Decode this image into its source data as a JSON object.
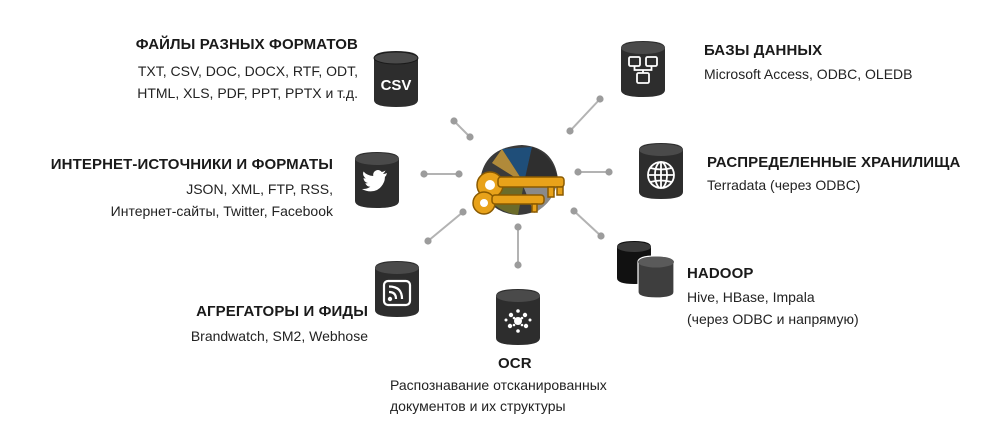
{
  "center": {
    "icon": "keys-icon"
  },
  "nodes": [
    {
      "key": "files",
      "icon": "csv-database-icon",
      "icon_text": "CSV",
      "title": "ФАЙЛЫ РАЗНЫХ ФОРМАТОВ",
      "lines": [
        "TXT, CSV, DOC, DOCX, RTF, ODT,",
        "HTML, XLS, PDF, PPT, PPTX и т.д."
      ]
    },
    {
      "key": "internet",
      "icon": "twitter-database-icon",
      "title": "ИНТЕРНЕТ-ИСТОЧНИКИ И ФОРМАТЫ",
      "lines": [
        "JSON, XML, FTP, RSS,",
        "Интернет-сайты, Twitter, Facebook"
      ]
    },
    {
      "key": "aggregators",
      "icon": "rss-database-icon",
      "title": "АГРЕГАТОРЫ И ФИДЫ",
      "lines": [
        "Brandwatch, SM2, Webhose"
      ]
    },
    {
      "key": "ocr",
      "icon": "ocr-database-icon",
      "title": "OCR",
      "lines": [
        "Распознавание отсканированных",
        "документов и их структуры"
      ]
    },
    {
      "key": "databases",
      "icon": "tables-database-icon",
      "title": "БАЗЫ ДАННЫХ",
      "lines": [
        "Microsoft Access, ODBC, OLEDB"
      ]
    },
    {
      "key": "distributed",
      "icon": "globe-database-icon",
      "title": "РАСПРЕДЕЛЕННЫЕ ХРАНИЛИЩА",
      "lines": [
        "Terradata (через ODBC)"
      ]
    },
    {
      "key": "hadoop",
      "icon": "double-database-icon",
      "title": "HADOOP",
      "lines": [
        "Hive, HBase, Impala",
        "(через ODBC и напрямую)"
      ]
    }
  ]
}
